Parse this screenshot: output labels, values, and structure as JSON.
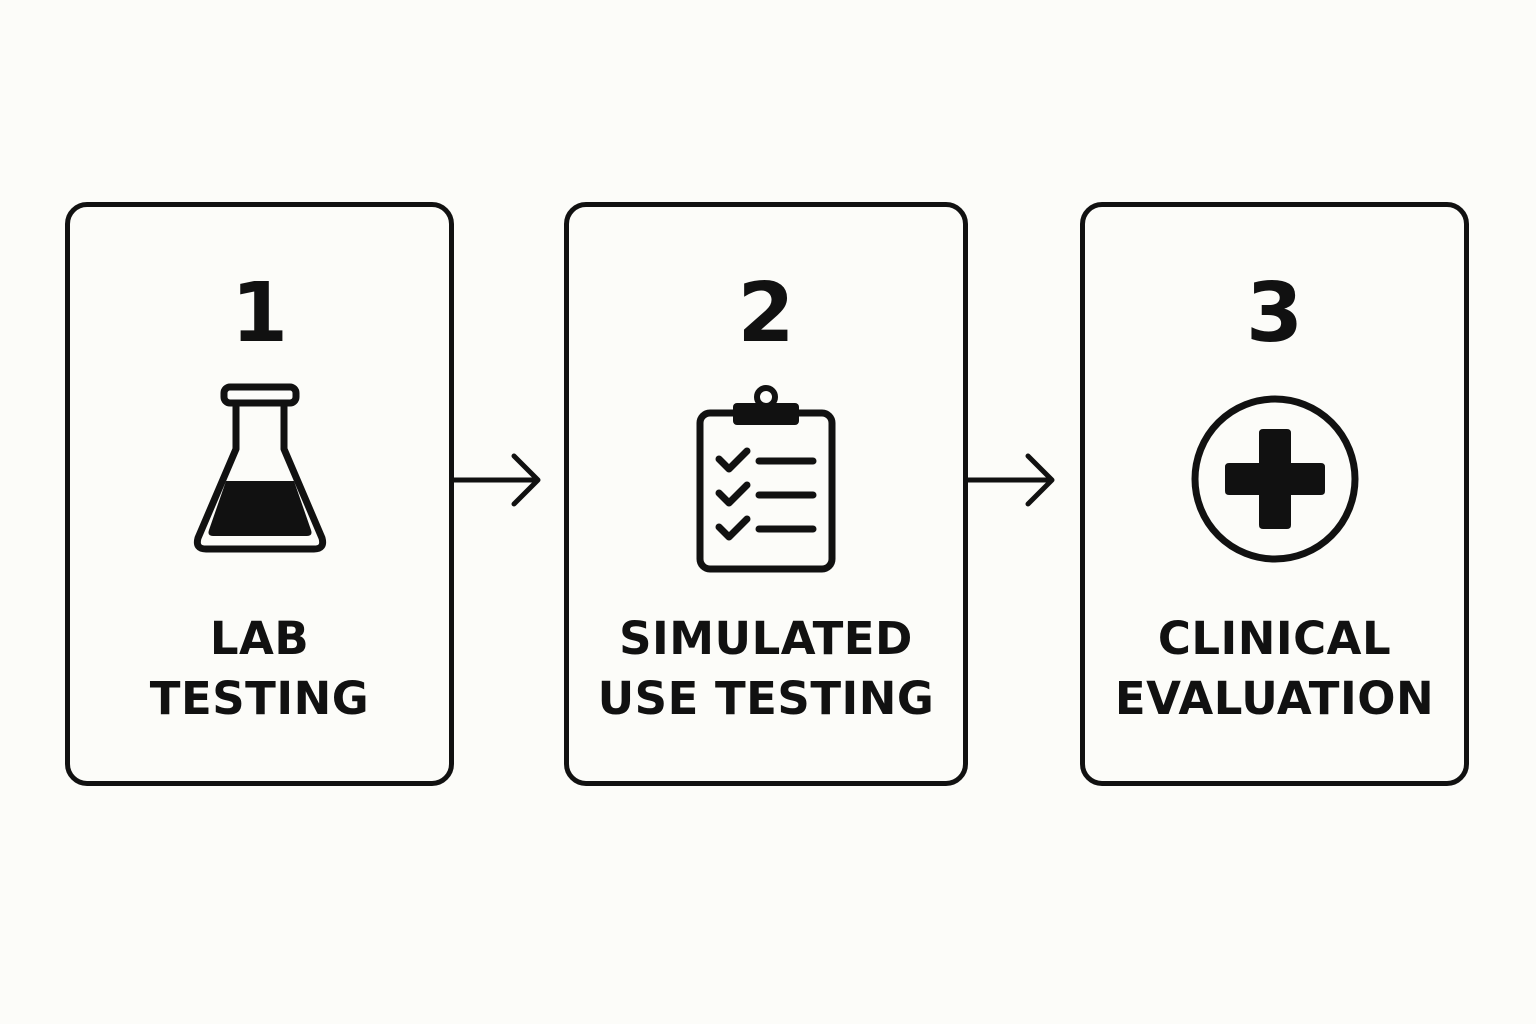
{
  "steps": [
    {
      "number": "1",
      "icon": "flask-icon",
      "label_lines": [
        "LAB",
        "TESTING"
      ]
    },
    {
      "number": "2",
      "icon": "clipboard-checklist-icon",
      "label_lines": [
        "SIMULATED",
        "USE TESTING"
      ]
    },
    {
      "number": "3",
      "icon": "medical-cross-icon",
      "label_lines": [
        "CLINICAL",
        "EVALUATION"
      ]
    }
  ],
  "colors": {
    "background": "#fcfcf9",
    "ink": "#111111"
  }
}
